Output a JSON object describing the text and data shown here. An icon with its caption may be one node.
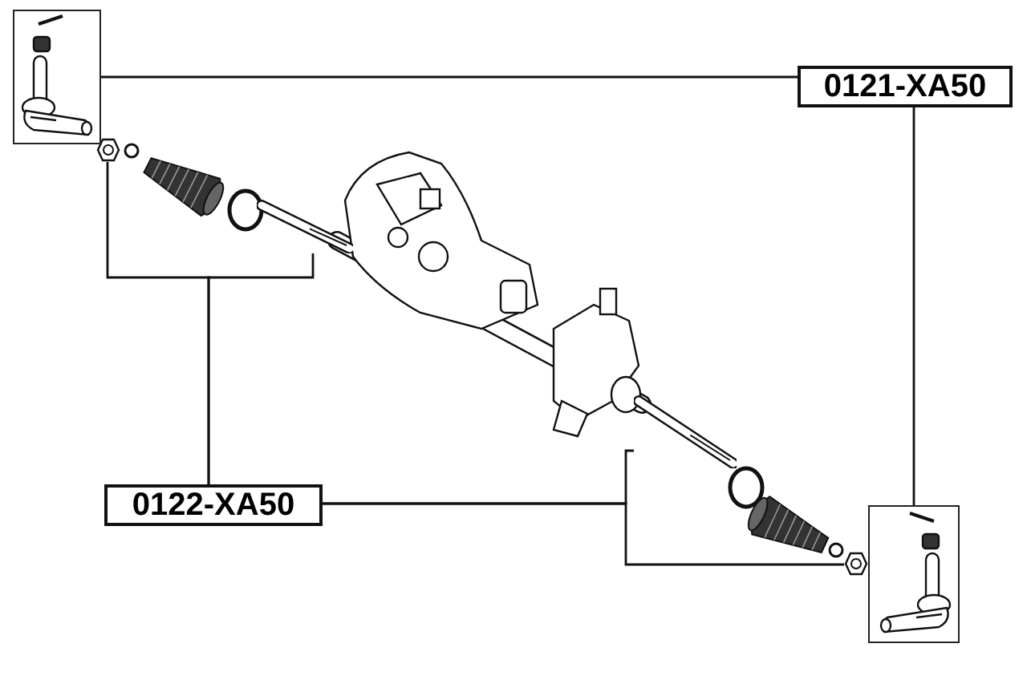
{
  "diagram": {
    "nodes": [
      {
        "text": [
          "0121-XA50"
        ]
      },
      {
        "text": [],
        "shape": "picture"
      },
      {
        "text": [],
        "shape": "picture"
      },
      {
        "text": [
          "0122-XA50"
        ]
      },
      {
        "text": [],
        "shape": "picture"
      },
      {
        "text": [],
        "shape": "picture"
      },
      {
        "text": [],
        "shape": "picture"
      },
      {
        "text": [],
        "shape": "picture"
      }
    ],
    "edges": [
      {
        "from": 0,
        "to": 1,
        "arrow": "none"
      },
      {
        "from": 0,
        "to": 2,
        "arrow": "none"
      },
      {
        "from": 3,
        "to": 4,
        "arrow": "none"
      },
      {
        "from": 3,
        "to": 5,
        "arrow": "none"
      },
      {
        "from": 3,
        "to": 6,
        "arrow": "none"
      },
      {
        "from": 3,
        "to": 7,
        "arrow": "none"
      }
    ]
  }
}
